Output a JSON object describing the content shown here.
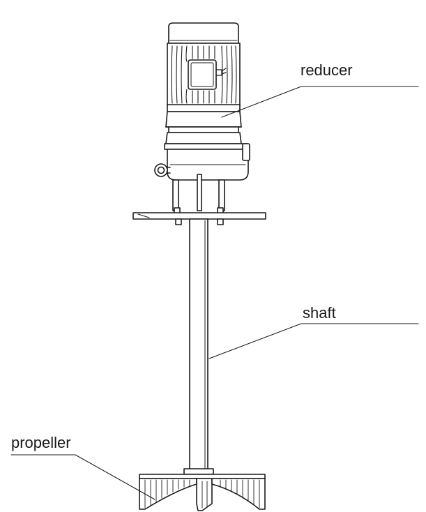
{
  "diagram": {
    "callouts": {
      "reducer": "reducer",
      "shaft": "shaft",
      "propeller": "propeller"
    },
    "colors": {
      "ink": "#1a1a1a",
      "background": "#ffffff"
    }
  }
}
